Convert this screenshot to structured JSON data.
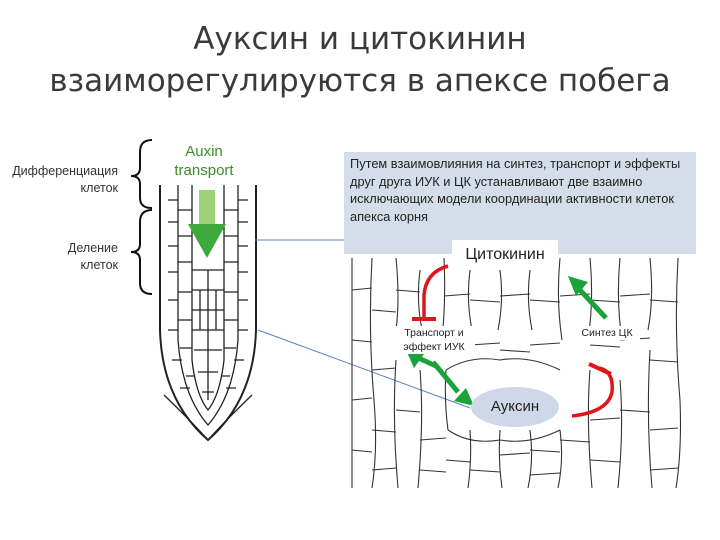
{
  "title": {
    "line1": "Ауксин и цитокинин",
    "line2": "взаиморегулируются в апексе побега"
  },
  "left_labels": {
    "differentiation_1": "Дифференциация",
    "differentiation_2": "клеток",
    "division_1": "Деление",
    "division_2": "клеток"
  },
  "auxin_transport": {
    "line1": "Auxin",
    "line2": "transport"
  },
  "info_box": {
    "text": "Путем взаимовлияния на синтез, транспорт и эффекты друг друга ИУК и ЦК устанавливают две взаимно исключающих модели координации активности клеток апекса корня"
  },
  "cytokinin_label": "Цитокинин",
  "transport_label": {
    "line1": "Транспорт и",
    "line2": "эффект ИУК"
  },
  "synthesis_label": "Синтез ЦК",
  "auxin_label": "Ауксин",
  "colors": {
    "green_arrow": "#1aa33a",
    "red_inhibition": "#e0141a",
    "info_bg": "#d4dde9",
    "connector": "#5a7fc0"
  }
}
